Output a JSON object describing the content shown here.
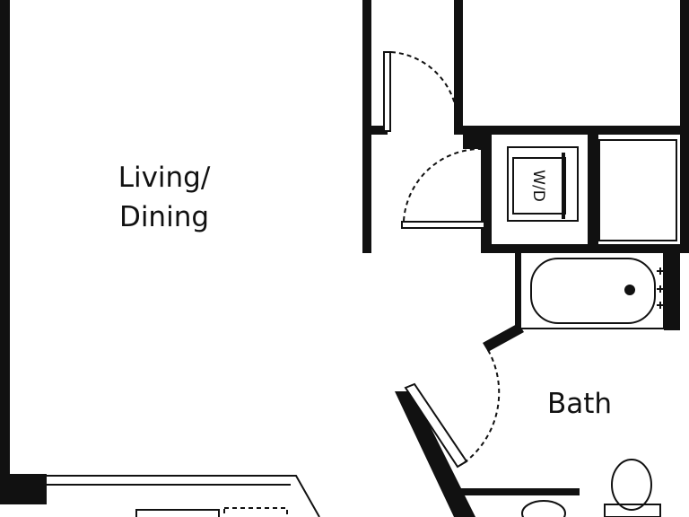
{
  "rooms": {
    "living_line1": "Living/",
    "living_line2": "Dining",
    "bath": "Bath"
  },
  "appliances": {
    "washer_dryer": "W/D"
  },
  "colors": {
    "wall": "#111111",
    "background": "#ffffff"
  }
}
